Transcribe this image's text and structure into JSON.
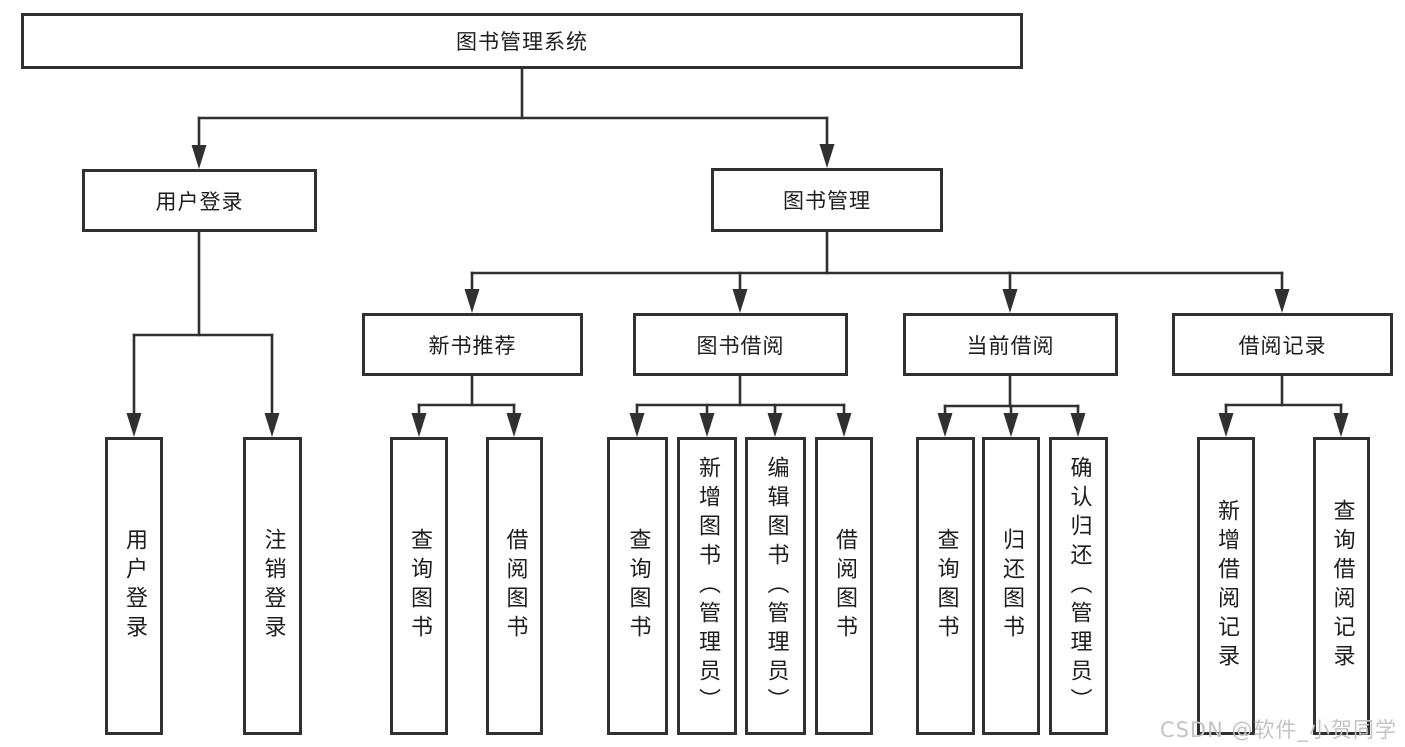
{
  "colors": {
    "line": "#303030",
    "text": "#1d1d1d",
    "watermark": "#c3c3c3",
    "background": "#ffffff"
  },
  "watermark": {
    "text": "CSDN @软件_小贺同学"
  },
  "tree": {
    "root": {
      "label": "图书管理系统"
    },
    "branches": [
      {
        "label": "用户登录",
        "children": [
          {
            "label": "用户登录"
          },
          {
            "label": "注销登录"
          }
        ]
      },
      {
        "label": "图书管理",
        "children": [
          {
            "label": "新书推荐",
            "children": [
              {
                "label": "查询图书"
              },
              {
                "label": "借阅图书"
              }
            ]
          },
          {
            "label": "图书借阅",
            "children": [
              {
                "label": "查询图书"
              },
              {
                "label": "新增图书（管理员）"
              },
              {
                "label": "编辑图书（管理员）"
              },
              {
                "label": "借阅图书"
              }
            ]
          },
          {
            "label": "当前借阅",
            "children": [
              {
                "label": "查询图书"
              },
              {
                "label": "归还图书"
              },
              {
                "label": "确认归还（管理员）"
              }
            ]
          },
          {
            "label": "借阅记录",
            "children": [
              {
                "label": "新增借阅记录"
              },
              {
                "label": "查询借阅记录"
              }
            ]
          }
        ]
      }
    ]
  }
}
